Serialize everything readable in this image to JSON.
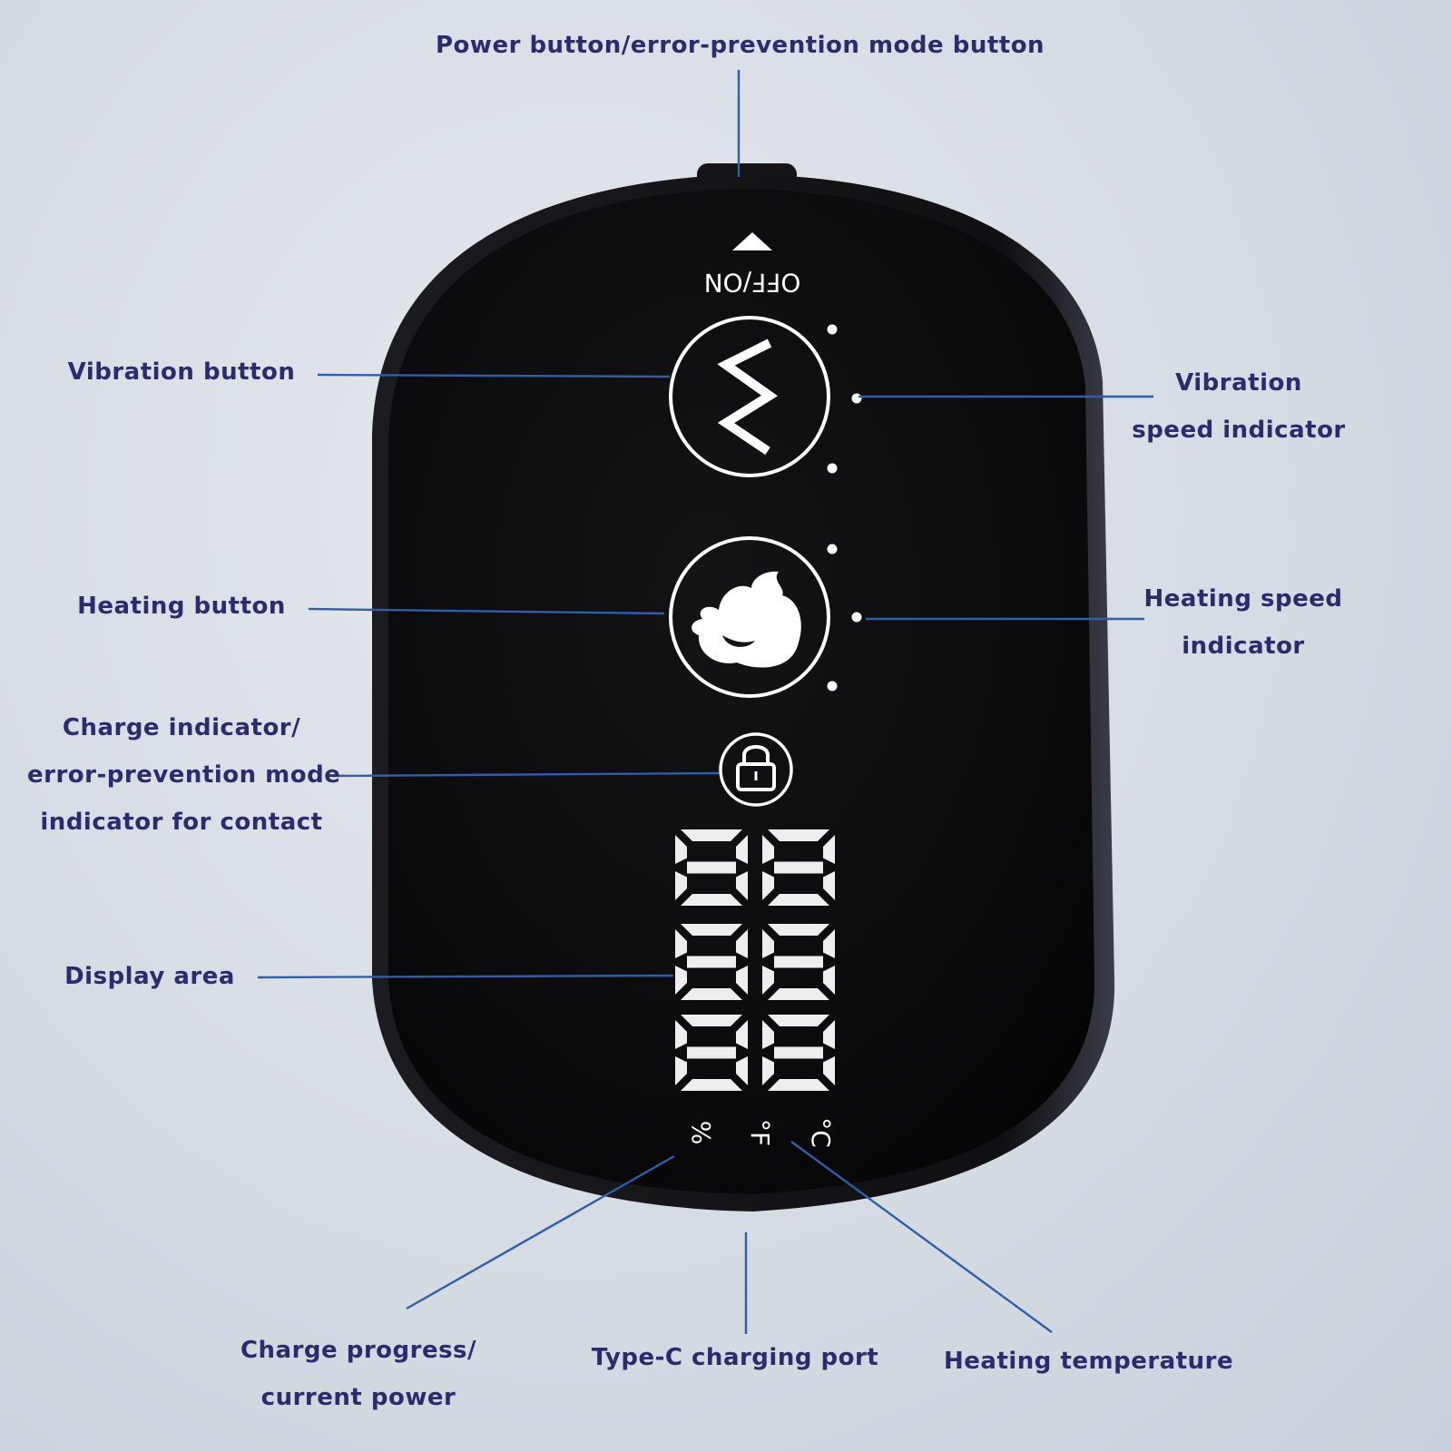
{
  "device": {
    "power_label": "OFF/ON",
    "display_units": {
      "percent": "%",
      "fahrenheit": "°F",
      "celsius": "°C"
    },
    "icons": {
      "vibration": "zigzag-icon",
      "heating": "flame-icon",
      "lock": "padlock-icon",
      "power": "triangle-up-icon"
    },
    "colors": {
      "body": "#0c0c0e",
      "label": "#2d2a6e",
      "leader": "#2f5fa8"
    }
  },
  "labels": {
    "power_button": [
      "Power button/error-prevention mode button"
    ],
    "vibration_button": [
      "Vibration button"
    ],
    "vibration_speed": [
      "Vibration",
      "speed indicator"
    ],
    "heating_button": [
      "Heating button"
    ],
    "heating_speed": [
      "Heating speed",
      "indicator"
    ],
    "charge_indicator": [
      "Charge indicator/",
      "error-prevention mode",
      "indicator for contact"
    ],
    "display_area": [
      "Display area"
    ],
    "charge_progress": [
      "Charge progress/",
      "current power"
    ],
    "type_c": [
      "Type-C charging port"
    ],
    "heating_temperature": [
      "Heating temperature"
    ]
  }
}
